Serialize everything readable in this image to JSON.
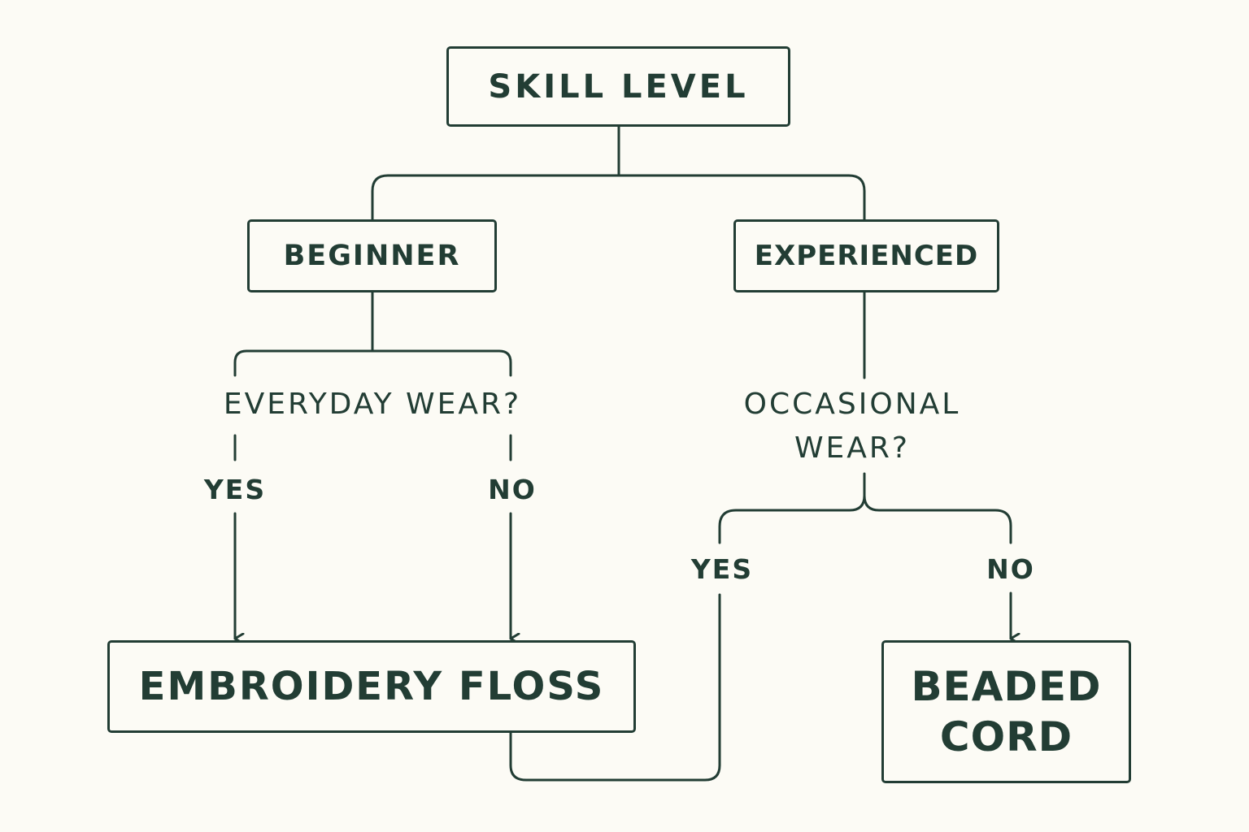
{
  "nodes": {
    "root": "SKILL LEVEL",
    "beginner": "BEGINNER",
    "experienced": "EXPERIENCED",
    "embroidery_floss": "EMBROIDERY FLOSS",
    "beaded_cord_line1": "BEADED",
    "beaded_cord_line2": "CORD"
  },
  "questions": {
    "everyday_wear": "EVERYDAY WEAR?",
    "occasional_wear_line1": "OCCASIONAL",
    "occasional_wear_line2": "WEAR?"
  },
  "branches": {
    "beginner_yes": "YES",
    "beginner_no": "NO",
    "experienced_yes": "YES",
    "experienced_no": "NO"
  },
  "colors": {
    "ink": "#223d34",
    "background": "#fcfbf5"
  }
}
